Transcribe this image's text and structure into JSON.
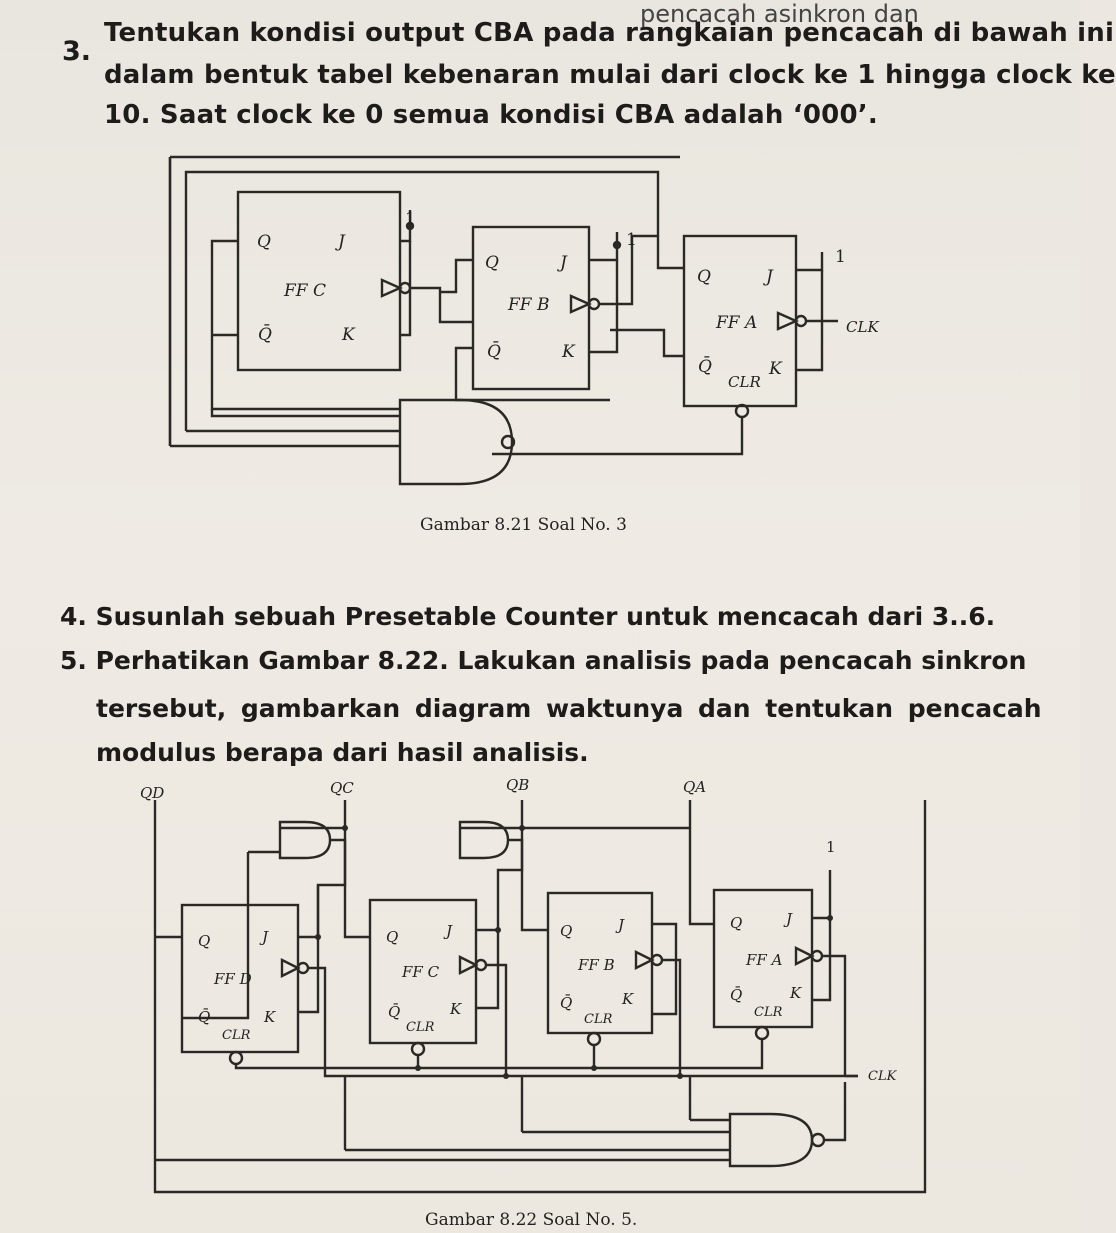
{
  "top_fragment": "pencacah   asinkron   dan",
  "question3": {
    "number": "3.",
    "lines": [
      "Tentukan kondisi output CBA pada rangkaian pencacah di bawah ini",
      "dalam bentuk tabel kebenaran mulai dari clock ke 1 hingga clock ke",
      "10. Saat clock ke 0 semua kondisi CBA adalah ‘000’."
    ]
  },
  "figure1": {
    "caption": "Gambar 8.21 Soal No. 3",
    "flipflops": [
      {
        "name": "FF C",
        "q": "Q",
        "qbar": "Q̄",
        "j": "J",
        "k": "K"
      },
      {
        "name": "FF B",
        "q": "Q",
        "qbar": "Q̄",
        "j": "J",
        "k": "K"
      },
      {
        "name": "FF A",
        "q": "Q",
        "qbar": "Q̄",
        "j": "J",
        "k": "K",
        "clr": "CLR"
      }
    ],
    "const_labels": [
      "1",
      "1",
      "1"
    ],
    "clock_label": "CLK"
  },
  "question4": "4. Susunlah sebuah Presetable Counter untuk mencacah dari 3..6.",
  "question5": {
    "lines": [
      "5. Perhatikan Gambar 8.22. Lakukan analisis pada pencacah sinkron",
      "tersebut,  gambarkan  diagram  waktunya  dan  tentukan  pencacah",
      "modulus berapa dari hasil analisis."
    ]
  },
  "figure2": {
    "caption": "Gambar 8.22 Soal No. 5.",
    "outputs": [
      "QD",
      "QC",
      "QB",
      "QA"
    ],
    "flipflops": [
      {
        "name": "FF D",
        "q": "Q",
        "qbar": "Q̄",
        "j": "J",
        "k": "K",
        "clr": "CLR"
      },
      {
        "name": "FF C",
        "q": "Q",
        "qbar": "Q̄",
        "j": "J",
        "k": "K",
        "clr": "CLR"
      },
      {
        "name": "FF B",
        "q": "Q",
        "qbar": "Q̄",
        "j": "J",
        "k": "K",
        "clr": "CLR"
      },
      {
        "name": "FF A",
        "q": "Q",
        "qbar": "Q̄",
        "j": "J",
        "k": "K",
        "clr": "CLR"
      }
    ],
    "const_label": "1",
    "clock_label": "CLK"
  }
}
